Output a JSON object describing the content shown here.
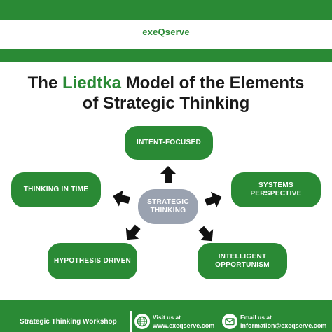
{
  "brand": "exeQserve",
  "title": {
    "part1": "The ",
    "highlight": "Liedtka",
    "part2": " Model of the Elements",
    "line2": "of Strategic Thinking"
  },
  "nodes": {
    "center": "STRATEGIC THINKING",
    "top": "INTENT-FOCUSED",
    "right": "SYSTEMS PERSPECTIVE",
    "bottom_right": "INTELLIGENT OPPORTUNISM",
    "bottom_left": "HYPOTHESIS DRIVEN",
    "left": "THINKING IN TIME"
  },
  "footer": {
    "workshop": "Strategic Thinking Workshop",
    "visit_label": "Visit us at",
    "visit_value": "www.exeqserve.com",
    "email_label": "Email us at",
    "email_value": "information@exeqserve.com"
  },
  "colors": {
    "accent": "#2a8a35",
    "center": "#9aa2b0",
    "arrow": "#111111"
  },
  "icons": [
    "globe-icon",
    "mail-icon",
    "arrow-icon"
  ]
}
